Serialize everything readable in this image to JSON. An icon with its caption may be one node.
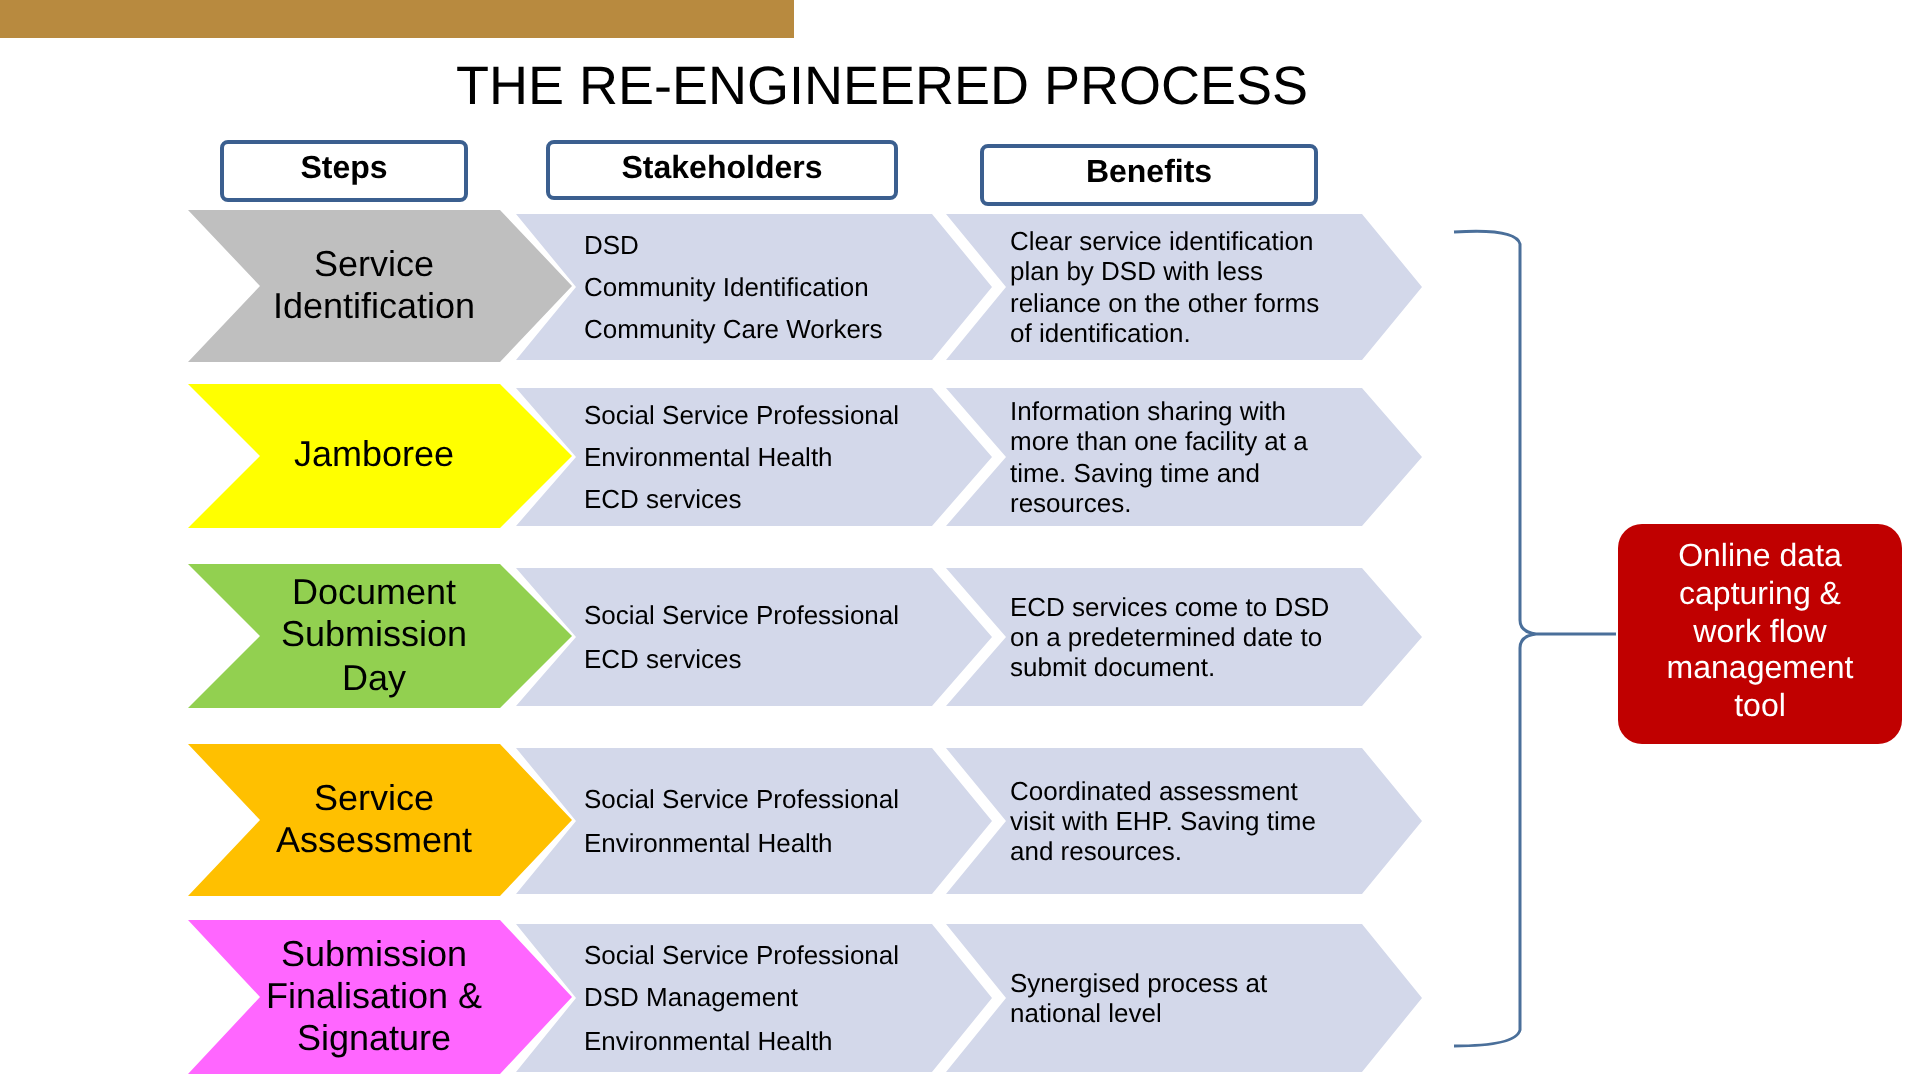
{
  "diagram": {
    "title": "THE RE-ENGINEERED PROCESS",
    "nodes": [
      {
        "text": [
          "Steps"
        ]
      },
      {
        "text": [
          "Stakeholders"
        ]
      },
      {
        "text": [
          "Benefits"
        ]
      },
      {
        "text": [
          "Service Identification"
        ]
      },
      {
        "text": [
          "DSD",
          "Community Identification",
          "Community Care Workers"
        ]
      },
      {
        "text": [
          "Clear service identification plan by DSD with less reliance on the other forms of identification."
        ]
      },
      {
        "text": [
          "Jamboree"
        ]
      },
      {
        "text": [
          "Social Service Professional",
          "Environmental Health",
          "ECD services"
        ]
      },
      {
        "text": [
          "Information sharing with more than one facility at a time. Saving time and resources."
        ]
      },
      {
        "text": [
          "Document Submission Day"
        ]
      },
      {
        "text": [
          "Social Service Professional",
          "ECD services"
        ]
      },
      {
        "text": [
          "ECD services come to DSD on a predetermined date to submit document."
        ]
      },
      {
        "text": [
          "Service Assessment"
        ]
      },
      {
        "text": [
          "Social Service Professional",
          "Environmental Health"
        ]
      },
      {
        "text": [
          "Coordinated assessment visit with EHP. Saving time and resources."
        ]
      },
      {
        "text": [
          "Submission Finalisation & Signature"
        ]
      },
      {
        "text": [
          "Social Service Professional",
          "DSD Management",
          "Environmental Health"
        ]
      },
      {
        "text": [
          "Synergised process at national level"
        ]
      },
      {
        "text": [
          "Online data capturing & work flow management tool"
        ]
      },
      {
        "text": [],
        "shape": "bar"
      }
    ]
  }
}
